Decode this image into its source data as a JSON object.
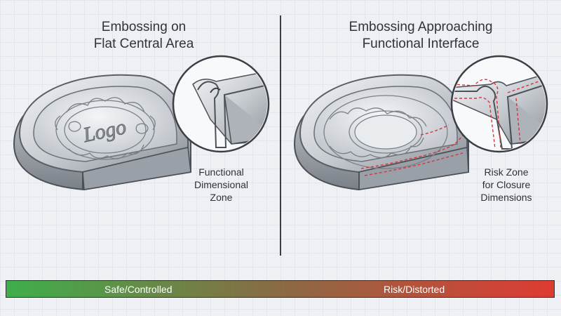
{
  "left_panel": {
    "title_line1": "Embossing on",
    "title_line2": "Flat Central Area",
    "zone_line1": "Functional",
    "zone_line2": "Dimensional",
    "zone_line3": "Zone",
    "emboss_text": "Logo"
  },
  "right_panel": {
    "title_line1": "Embossing Approaching",
    "title_line2": "Functional Interface",
    "zone_line1": "Risk Zone",
    "zone_line2": "for Closure",
    "zone_line3": "Dimensions"
  },
  "scale_bar": {
    "left_label": "Safe/Controlled",
    "right_label": "Risk/Distorted",
    "colors": [
      "#3fae4b",
      "#8a6a44",
      "#de3b33"
    ]
  },
  "colors": {
    "grid": "#d7dbe1",
    "metal_light": "#e3e6ea",
    "metal_mid": "#b7bcc3",
    "metal_dark": "#7d838b",
    "risk_line": "#d8343a"
  }
}
